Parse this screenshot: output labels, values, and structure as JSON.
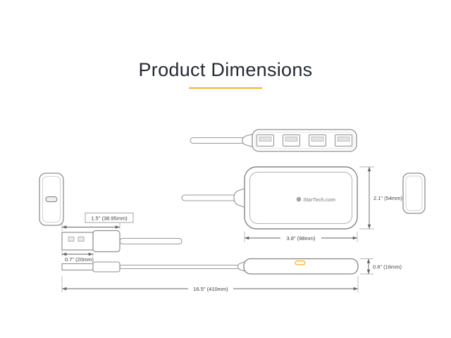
{
  "title": "Product Dimensions",
  "colors": {
    "accent": "#F5B324",
    "line": "#8F8F8F",
    "dimension": "#5F6368",
    "text": "#3A3F45",
    "logo": "#9B9B9B"
  },
  "brand": {
    "logo_text": "StarTech.com"
  },
  "dimensions": {
    "plug_length": "1.5\" (38.95mm)",
    "plug_width": "0.7\" (20mm)",
    "hub_length": "3.8\" (98mm)",
    "hub_depth": "2.1\" (54mm)",
    "hub_thickness": "0.6\" (16mm)",
    "total_length": "16.5\" (410mm)"
  }
}
